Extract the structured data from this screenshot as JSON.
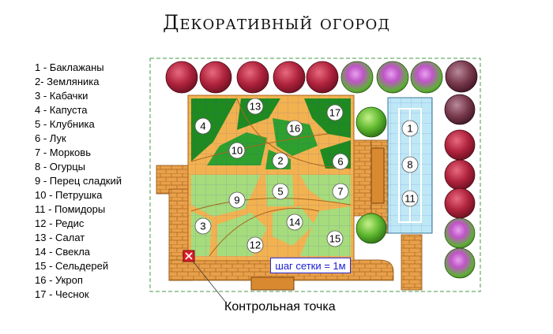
{
  "title": "Декоративный огород",
  "legend": [
    "1 - Баклажаны",
    "2- Земляника",
    "3 - Кабачки",
    "4 - Капуста",
    "5 - Клубника",
    "6 - Лук",
    "7 - Морковь",
    "8 - Огурцы",
    "9 - Перец сладкий",
    "10 - Петрушка",
    "11 - Помидоры",
    "12 - Редис",
    "13 - Салат",
    "14 - Свекла",
    "15 - Сельдерей",
    "16 - Укроп",
    "17 - Чеснок"
  ],
  "beds": [
    "13",
    "17",
    "4",
    "16",
    "10",
    "2",
    "6",
    "5",
    "7",
    "9",
    "3",
    "14",
    "12",
    "15"
  ],
  "greenhouse_beds": [
    "1",
    "8",
    "11"
  ],
  "scale_label": "шаг сетки = 1м",
  "control_point_label": "Контрольная точка",
  "colors": {
    "path_orange": "#f2b250",
    "bed_dark_green": "#1f8a1f",
    "bed_light_green": "#a6dc7c",
    "brick": "#e8a04a",
    "greenhouse": "#bfe8f6",
    "shrub_red": "#b0233d",
    "shrub_purple": "#c055c8",
    "shrub_green": "#5fb82f",
    "control_point": "#d8202a"
  }
}
